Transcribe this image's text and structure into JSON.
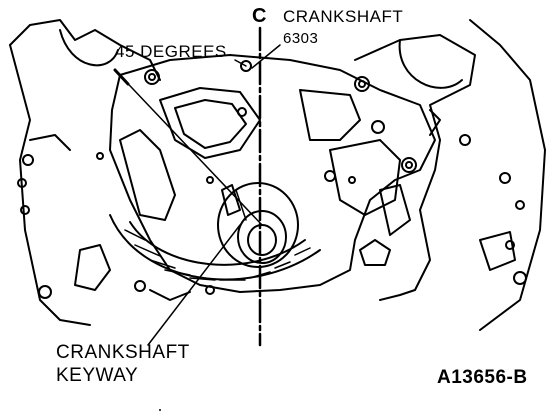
{
  "figure": {
    "centerline_symbol": "C",
    "crankshaft_label": "CRANKSHAFT",
    "part_number": "6303",
    "angle_label": "45 DEGREES",
    "keyway_label_line1": "CRANKSHAFT",
    "keyway_label_line2": "KEYWAY",
    "figure_id": "A13656-B",
    "line_color": "#000000",
    "background_color": "#ffffff"
  }
}
